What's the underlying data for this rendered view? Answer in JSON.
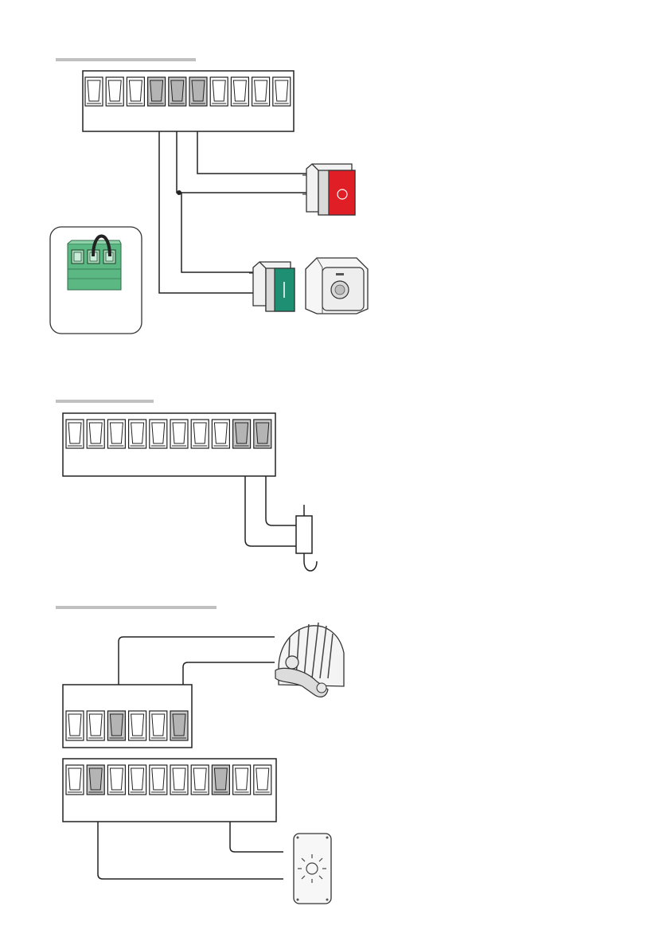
{
  "sections": [
    {
      "id": "stop-start-commands",
      "terminal_count": 10,
      "shaded_terminals": [
        4,
        5,
        6
      ]
    },
    {
      "id": "antenna-connection",
      "terminal_count": 10,
      "shaded_terminals": [
        9,
        10
      ]
    },
    {
      "id": "lamp-connections",
      "upper_block_terminal_count": 6,
      "upper_shaded_terminals": [
        3,
        6
      ],
      "lower_block_terminal_count": 10,
      "lower_shaded_terminals": [
        2,
        8
      ]
    }
  ],
  "devices": {
    "stop_button": {
      "icon": "red-stop-button-icon",
      "color": "#e01e26"
    },
    "start_button": {
      "icon": "green-start-button-icon",
      "color": "#1f8f73"
    },
    "key_selector": {
      "icon": "key-selector-icon"
    },
    "jumper_connector": {
      "icon": "green-terminal-jumper-icon",
      "color": "#5bb883"
    },
    "antenna": {
      "icon": "antenna-icon"
    },
    "flashing_lamp": {
      "icon": "flashing-lamp-icon"
    },
    "courtesy_light": {
      "icon": "courtesy-light-icon"
    }
  },
  "colors": {
    "terminal_shade": "#c8c8c8",
    "wire": "#222222",
    "section_rule": "#bdbdbd"
  }
}
